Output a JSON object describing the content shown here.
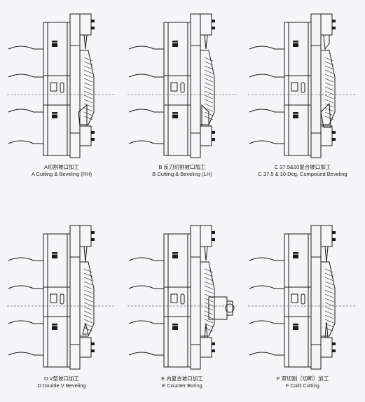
{
  "panels": [
    {
      "id": "A",
      "cn": "A切割坡口加工",
      "en": "A Cutting & Beveling (RH)",
      "en2": ""
    },
    {
      "id": "B",
      "cn": "B 反刀切割坡口加工",
      "en": "B Cutting & Beveling (LH)",
      "en2": ""
    },
    {
      "id": "C",
      "cn": "C 37.5&10复合坡口加工",
      "en": "C 37.5 & 10 Deg. Compound Beveling",
      "en2": ""
    },
    {
      "id": "D",
      "cn": "D V型坡口加工",
      "en": "D Double V Beveling",
      "en2": ""
    },
    {
      "id": "E",
      "cn": "E 内复合坡口加工",
      "en": "E Counter Boring",
      "en2": ""
    },
    {
      "id": "F",
      "cn": "F 双切割（切断）加工",
      "en": "F Cold Cutting",
      "en2": ""
    }
  ]
}
